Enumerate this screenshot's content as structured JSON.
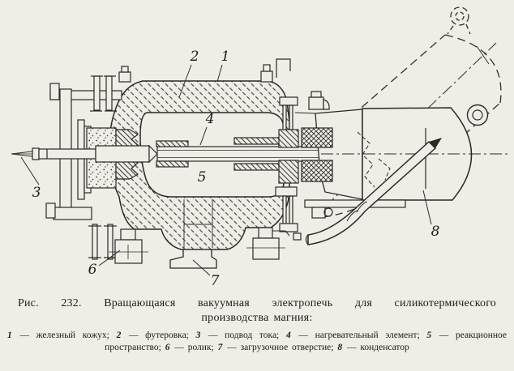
{
  "colors": {
    "paper": "#efede6",
    "ink": "#2a2a2a"
  },
  "figure": {
    "caption": {
      "line1": "Рис. 232. Вращающаяся вакуумная электропечь для силикотермического",
      "line2": "производства магния:"
    },
    "legend": {
      "items": [
        {
          "num": "1",
          "text": "— железный кожух;"
        },
        {
          "num": "2",
          "text": "— футеровка;"
        },
        {
          "num": "3",
          "text": "— подвод тока;"
        },
        {
          "num": "4",
          "text": "— нагревательный элемент;"
        },
        {
          "num": "5",
          "text": "— реакционное пространство;"
        },
        {
          "num": "6",
          "text": "— ролик;"
        },
        {
          "num": "7",
          "text": "— загрузочное отверстие;"
        },
        {
          "num": "8",
          "text": "— конденсатор"
        }
      ]
    }
  }
}
